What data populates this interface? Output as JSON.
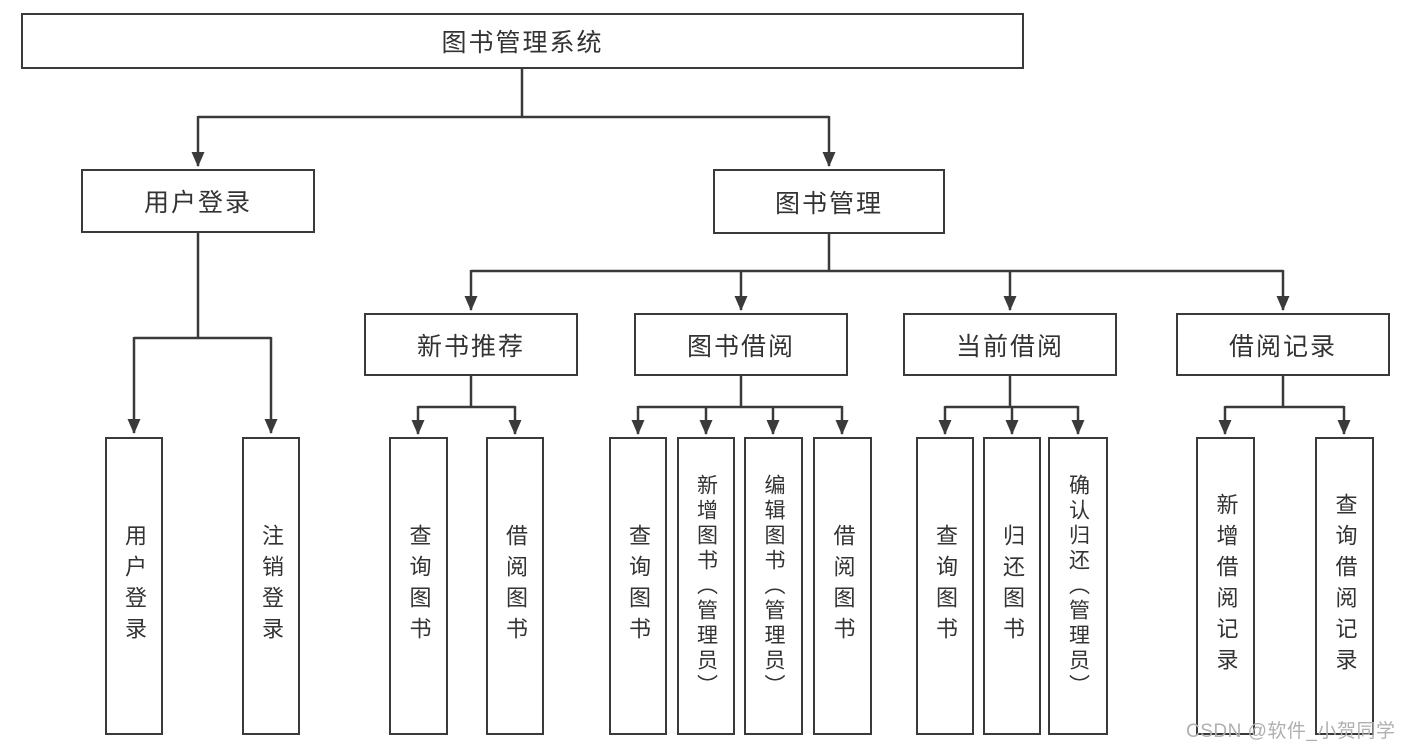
{
  "diagram": {
    "type": "tree",
    "tree": {
      "label": "图书管理系统",
      "children": [
        {
          "label": "用户登录",
          "children": [
            {
              "label": "用户登录"
            },
            {
              "label": "注销登录"
            }
          ]
        },
        {
          "label": "图书管理",
          "children": [
            {
              "label": "新书推荐",
              "children": [
                {
                  "label": "查询图书"
                },
                {
                  "label": "借阅图书"
                }
              ]
            },
            {
              "label": "图书借阅",
              "children": [
                {
                  "label": "查询图书"
                },
                {
                  "label": "新增图书（管理员）"
                },
                {
                  "label": "编辑图书（管理员）"
                },
                {
                  "label": "借阅图书"
                }
              ]
            },
            {
              "label": "当前借阅",
              "children": [
                {
                  "label": "查询图书"
                },
                {
                  "label": "归还图书"
                },
                {
                  "label": "确认归还（管理员）"
                }
              ]
            },
            {
              "label": "借阅记录",
              "children": [
                {
                  "label": "新增借阅记录"
                },
                {
                  "label": "查询借阅记录"
                }
              ]
            }
          ]
        }
      ]
    },
    "colors": {
      "line": "#3a3a3a",
      "box_border": "#3a3a3a",
      "text": "#333333",
      "background": "#ffffff",
      "watermark": "#b0b0b0"
    }
  },
  "watermark": {
    "text": "CSDN @软件_小贺同学"
  }
}
